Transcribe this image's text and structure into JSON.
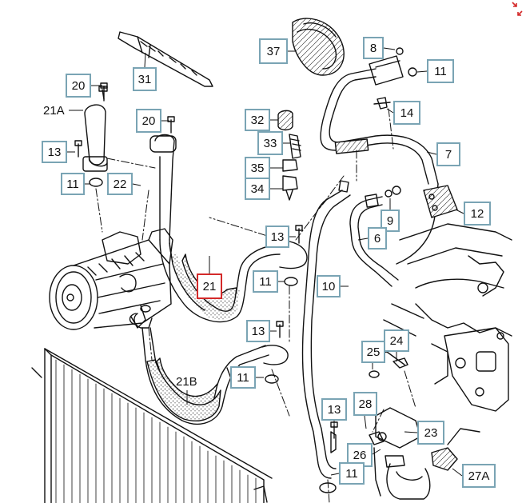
{
  "colors": {
    "callout_border": "#7aa4b4",
    "highlight_border": "#d42a2a",
    "line": "#111111",
    "corner_icon": "#d42a2a"
  },
  "icons": {
    "corner": "collapse-arrows-icon"
  },
  "callouts": {
    "c37": "37",
    "c31": "31",
    "c8": "8",
    "c11_top": "11",
    "c20_a": "20",
    "c20_b": "20",
    "c14": "14",
    "c32": "32",
    "c33": "33",
    "c13_left": "13",
    "c7": "7",
    "c35": "35",
    "c34": "34",
    "c11_left": "11",
    "c22": "22",
    "c12": "12",
    "c9": "9",
    "c6": "6",
    "c13_mid": "13",
    "c21": "21",
    "c11_mid": "11",
    "c10": "10",
    "c13_mid2": "13",
    "c24": "24",
    "c25": "25",
    "c11_mid2": "11",
    "c28": "28",
    "c13_low": "13",
    "c23": "23",
    "c26": "26",
    "c27a": "27A",
    "c11_low": "11"
  },
  "labels": {
    "l21a": "21A",
    "l21b": "21B"
  }
}
